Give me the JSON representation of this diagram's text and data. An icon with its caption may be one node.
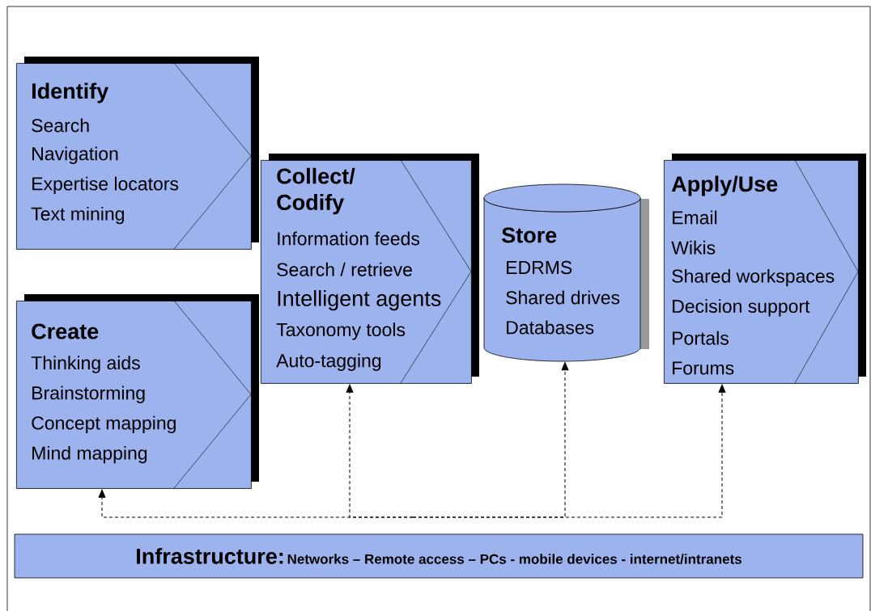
{
  "diagram": {
    "nodes": [
      {
        "text": [
          "Identify",
          "Search",
          "Navigation",
          "Expertise locators",
          "Text mining"
        ]
      },
      {
        "text": [
          "Create",
          "Thinking aids",
          "Brainstorming",
          "Concept mapping",
          "Mind mapping"
        ]
      },
      {
        "text": [
          "Collect/ Codify",
          "Information feeds",
          "Search / retrieve",
          "Intelligent agents",
          "Taxonomy tools",
          "Auto-tagging"
        ]
      },
      {
        "text": [
          "Store",
          "EDRMS",
          "Shared drives",
          "Databases"
        ]
      },
      {
        "text": [
          "Apply/Use",
          "Email",
          "Wikis",
          "Shared workspaces",
          "Decision support",
          "Portals",
          "Forums"
        ]
      },
      {
        "text": [
          "Infrastructure:",
          "Networks – Remote access – PCs - mobile devices - internet/intranets"
        ]
      }
    ],
    "edges": [
      {
        "from": null,
        "to": 1,
        "arrow": "to",
        "style": "dashed"
      },
      {
        "from": null,
        "to": 2,
        "arrow": "to",
        "style": "dashed"
      },
      {
        "from": null,
        "to": 3,
        "arrow": "to",
        "style": "dashed"
      },
      {
        "from": null,
        "to": 4,
        "arrow": "to",
        "style": "dashed"
      }
    ]
  }
}
